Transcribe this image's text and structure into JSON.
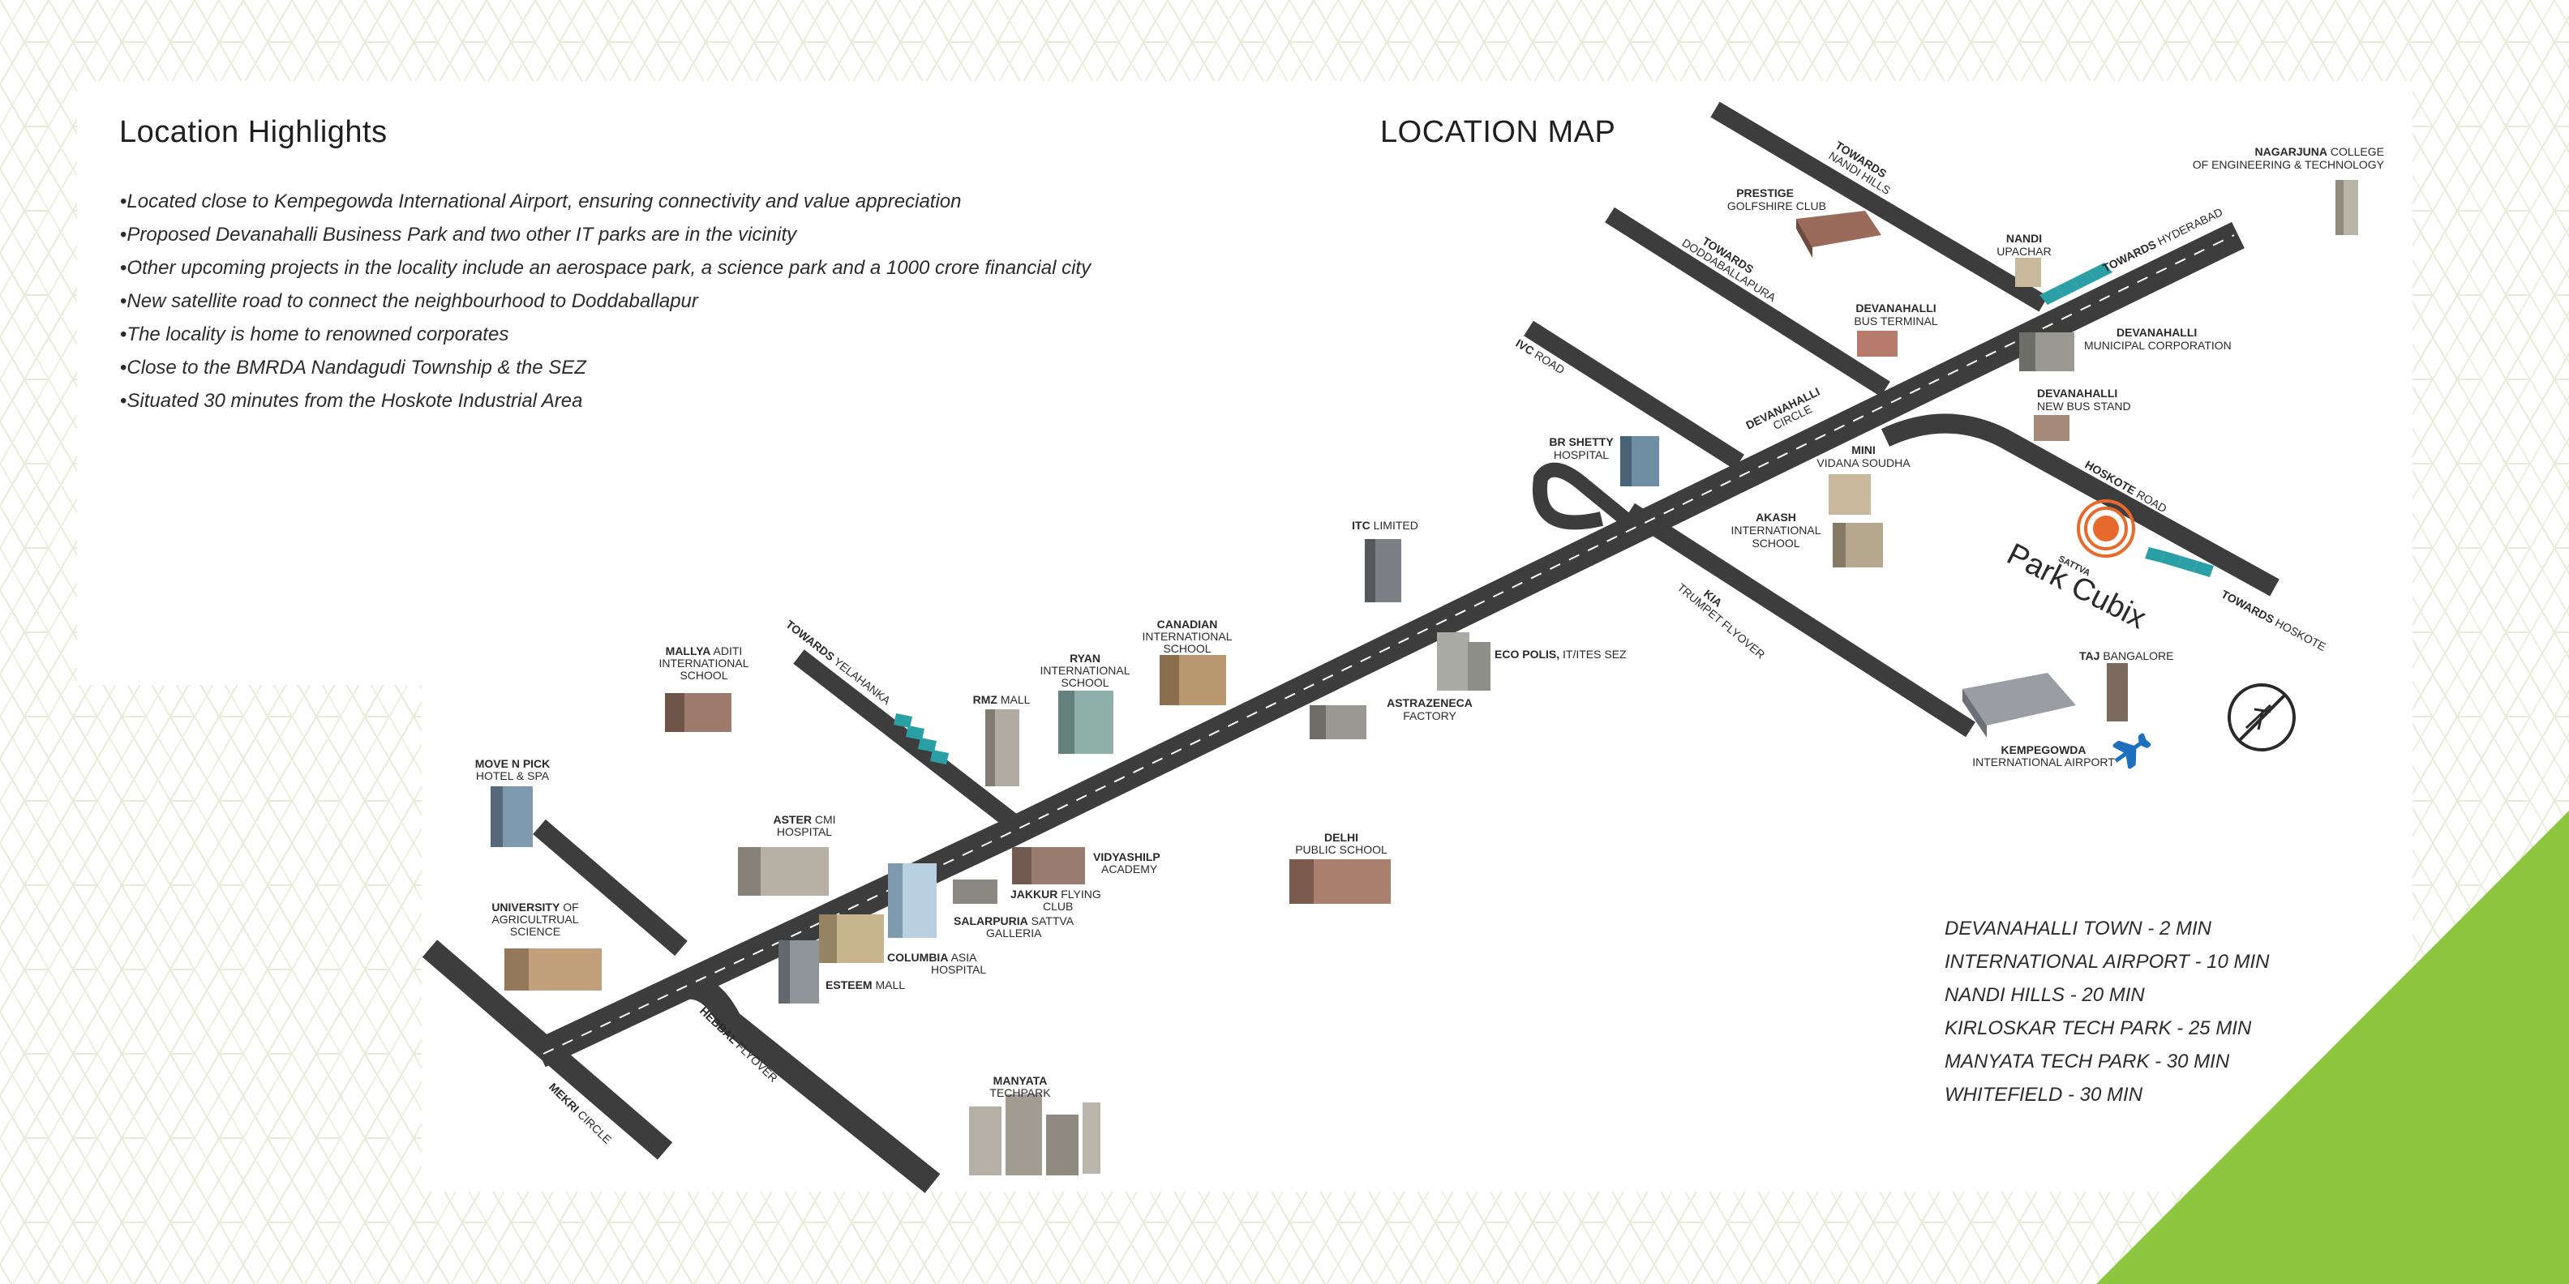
{
  "highlights": {
    "title": "Location Highlights",
    "items": [
      "Located close to Kempegowda International Airport, ensuring connectivity and value appreciation",
      "Proposed Devanahalli Business Park and two other IT parks are in the vicinity",
      "Other upcoming projects in the locality include an aerospace park, a science park and a 1000 crore financial city",
      "New satellite road to connect the neighbourhood to Doddaballapur",
      "The locality is home to renowned corporates",
      "Close to the BMRDA Nandagudi Township & the SEZ",
      "Situated 30 minutes from the Hoskote Industrial Area"
    ]
  },
  "map": {
    "title": "LOCATION MAP",
    "project": {
      "brand": "SATTVA",
      "name": "Park Cubix"
    },
    "roads": {
      "towards_nandi_hills": {
        "bold": "TOWARDS",
        "rest": "NANDI HILLS"
      },
      "towards_doddaballapura": {
        "bold": "TOWARDS",
        "rest": "DODDABALLAPURA"
      },
      "towards_hyderabad": {
        "bold": "TOWARDS",
        "rest": "HYDERABAD"
      },
      "towards_hoskote": {
        "bold": "TOWARDS",
        "rest": "HOSKOTE"
      },
      "towards_yelahanka": {
        "bold": "TOWARDS",
        "rest": "YELAHANKA"
      },
      "ivc_road": {
        "bold": "IVC",
        "rest": "ROAD"
      },
      "hoskote_road": {
        "bold": "HOSKOTE",
        "rest": "ROAD"
      },
      "devanahalli_circle": {
        "bold": "DEVANAHALLI",
        "rest": "CIRCLE"
      },
      "kia_trumpet": {
        "bold": "KIA",
        "rest": "TRUMPET FLYOVER"
      },
      "hebbal_flyover": {
        "bold": "HEBBAL",
        "rest": "FLYOVER"
      },
      "mekhri_circle": {
        "bold": "MEKRI",
        "rest": "CIRCLE"
      }
    },
    "landmarks": {
      "nagarjuna": {
        "bold": "NAGARJUNA",
        "rest": "COLLEGE",
        "line2": "OF ENGINEERING & TECHNOLOGY"
      },
      "prestige": {
        "bold": "PRESTIGE",
        "line2": "GOLFSHIRE CLUB"
      },
      "nandi_upachar": {
        "bold": "NANDI",
        "line2": "UPACHAR"
      },
      "dev_bus_terminal": {
        "bold": "DEVANAHALLI",
        "line2": "BUS TERMINAL"
      },
      "dev_municipal": {
        "bold": "DEVANAHALLI",
        "line2": "MUNICIPAL CORPORATION"
      },
      "dev_new_bus": {
        "bold": "DEVANAHALLI",
        "line2": "NEW BUS STAND"
      },
      "br_shetty": {
        "bold": "BR SHETTY",
        "line2": "HOSPITAL"
      },
      "mini_vidana": {
        "bold": "MINI",
        "line2": "VIDANA SOUDHA"
      },
      "akash": {
        "bold": "AKASH",
        "line2": "INTERNATIONAL",
        "line3": "SCHOOL"
      },
      "itc": {
        "bold": "ITC",
        "rest": "LIMITED"
      },
      "eco_polis": {
        "bold": "ECO POLIS,",
        "rest": "IT/ITES SEZ"
      },
      "astrazeneca": {
        "bold": "ASTRAZENECA",
        "line2": "FACTORY"
      },
      "canadian": {
        "bold": "CANADIAN",
        "line2": "INTERNATIONAL",
        "line3": "SCHOOL"
      },
      "ryan": {
        "bold": "RYAN",
        "line2": "INTERNATIONAL",
        "line3": "SCHOOL"
      },
      "rmz_mall": {
        "bold": "RMZ",
        "rest": "MALL"
      },
      "mallya": {
        "bold": "MALLYA",
        "rest": "ADITI",
        "line2": "INTERNATIONAL",
        "line3": "SCHOOL"
      },
      "move_n_pick": {
        "bold": "MOVE N PICK",
        "line2": "HOTEL & SPA"
      },
      "aster": {
        "bold": "ASTER",
        "rest": "CMI",
        "line2": "HOSPITAL"
      },
      "university": {
        "bold": "UNIVERSITY",
        "rest": "OF",
        "line2": "AGRICULTRUAL",
        "line3": "SCIENCE"
      },
      "vidyashilp": {
        "bold": "VIDYASHILP",
        "line2": "ACADEMY"
      },
      "jakkur": {
        "bold": "JAKKUR",
        "rest": "FLYING",
        "line2": "CLUB"
      },
      "salarpuria": {
        "bold": "SALARPURIA",
        "rest": "SATTVA",
        "line2": "GALLERIA"
      },
      "columbia": {
        "bold": "COLUMBIA",
        "rest": "ASIA",
        "line2": "HOSPITAL"
      },
      "esteem": {
        "bold": "ESTEEM",
        "rest": "MALL"
      },
      "delhi_school": {
        "bold": "DELHI",
        "line2": "PUBLIC SCHOOL"
      },
      "manyata": {
        "bold": "MANYATA",
        "line2": "TECHPARK"
      },
      "taj": {
        "bold": "TAJ",
        "rest": "BANGALORE"
      },
      "kempegowda": {
        "bold": "KEMPEGOWDA",
        "line2": "INTERNATIONAL AIRPORT"
      }
    }
  },
  "distances": [
    "DEVANAHALLI TOWN - 2 MIN",
    "INTERNATIONAL AIRPORT - 10 MIN",
    "NANDI HILLS - 20 MIN",
    "KIRLOSKAR TECH PARK - 25 MIN",
    "MANYATA TECH PARK - 30 MIN",
    "WHITEFIELD - 30 MIN"
  ],
  "colors": {
    "road": "#3d3d3d",
    "accent_green": "#8dc63f",
    "arrow_teal": "#2a9fa6",
    "marker_orange": "#e8692c",
    "pattern": "#e6ecd6"
  },
  "icons": [
    "airplane-icon",
    "no-fly-zone-icon",
    "location-marker-icon"
  ]
}
